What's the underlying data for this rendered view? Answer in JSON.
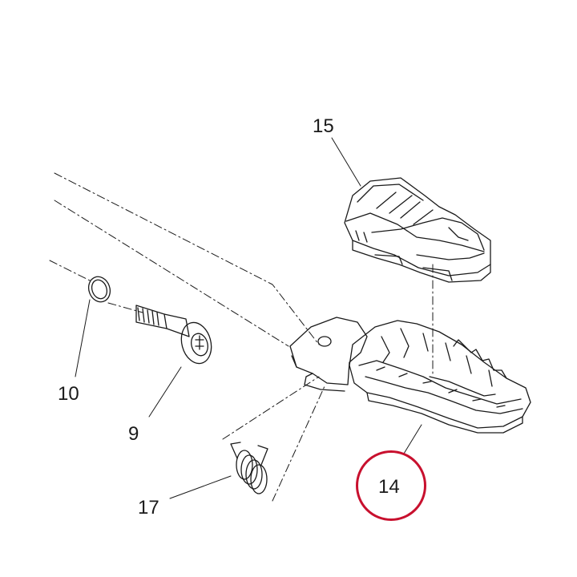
{
  "callouts": {
    "part_9": "9",
    "part_10": "10",
    "part_14": "14",
    "part_15": "15",
    "part_17": "17"
  },
  "highlight": {
    "part": "14",
    "color": "#c8102e"
  },
  "colors": {
    "line": "#1a1a1a",
    "paper": "#ffffff",
    "highlight": "#c8102e"
  }
}
